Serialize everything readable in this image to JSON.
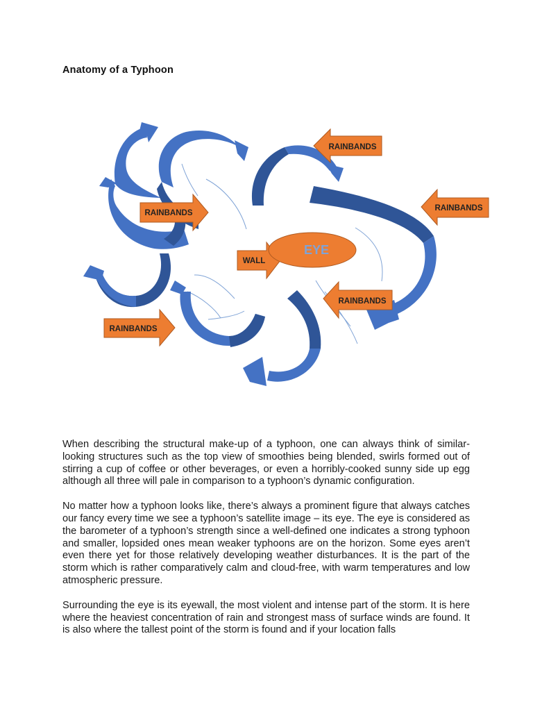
{
  "document": {
    "title": "Anatomy of a Typhoon",
    "diagram": {
      "labels": {
        "rainbands_top_right": "RAINBANDS",
        "rainbands_upper_left": "RAINBANDS",
        "rainbands_far_right": "RAINBANDS",
        "wall": "WALL",
        "eye": "EYE",
        "rainbands_lower_right": "RAINBANDS",
        "rainbands_lower_left": "RAINBANDS"
      },
      "colors": {
        "arrow_light": "#4472c4",
        "arrow_dark": "#2f5597",
        "callout": "#ed7d31",
        "callout_border": "#ae5a21",
        "eye_text": "#7fa3d6"
      }
    },
    "paragraphs": [
      "When describing the structural make-up of a typhoon, one can always think of similar-looking structures such as the top view of smoothies being blended, swirls formed out of stirring a cup of coffee or other beverages, or even a horribly-cooked sunny side up egg although all three will pale in comparison to a typhoon’s dynamic configuration.",
      "No matter how a typhoon looks like, there’s always a prominent figure that always catches our fancy every time we see a typhoon’s satellite image – its eye. The eye is considered as the barometer of a typhoon’s strength since a well-defined one indicates a strong typhoon and smaller, lopsided ones mean weaker typhoons are on the horizon. Some eyes aren’t even there yet for those relatively developing weather disturbances. It is the part of the storm which is rather comparatively calm and cloud-free, with warm temperatures and low atmospheric pressure.",
      "Surrounding the eye is its eyewall, the most violent and intense part of the storm. It is here where the heaviest concentration of rain and strongest mass of surface winds are found. It is also where the tallest point of the storm is found and if your location falls"
    ]
  }
}
